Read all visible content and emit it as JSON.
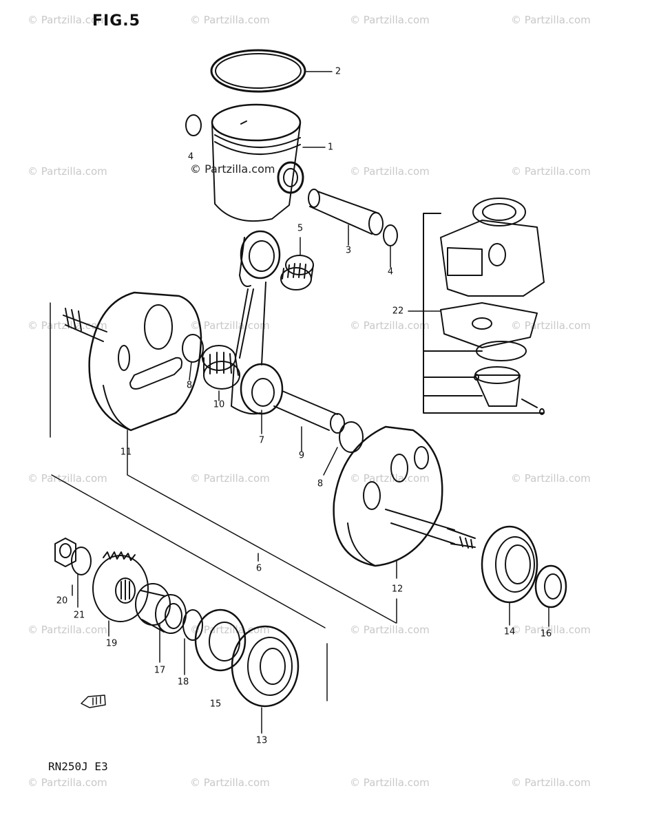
{
  "figure": {
    "title": "FIG.5",
    "model_code": "RN250J  E3"
  },
  "watermark": {
    "text": "© Partzilla.com",
    "feature_text": "© Partzilla.com"
  },
  "callouts": {
    "p1": "1",
    "p2": "2",
    "p3": "3",
    "p4a": "4",
    "p4b": "4",
    "p5": "5",
    "p6": "6",
    "p7": "7",
    "p8a": "8",
    "p8b": "8",
    "p9": "9",
    "p10": "10",
    "p11": "11",
    "p12": "12",
    "p13": "13",
    "p14": "14",
    "p15": "15",
    "p16": "16",
    "p17": "17",
    "p18": "18",
    "p19": "19",
    "p20": "20",
    "p21": "21",
    "p22": "22"
  },
  "icons": {
    "front_arrow": "front-direction-arrow-icon"
  },
  "colors": {
    "line": "#111111",
    "watermark": "#c8c8c8"
  }
}
